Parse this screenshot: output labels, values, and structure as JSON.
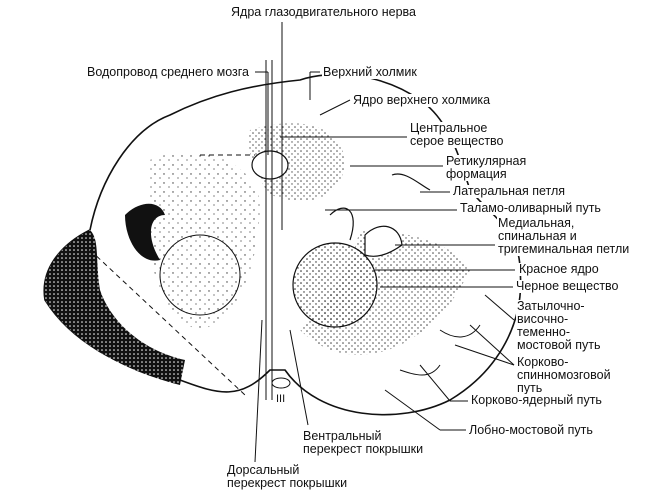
{
  "title": "Поперечный срез среднего мозга",
  "labels": {
    "oculomotor_nuclei": "Ядра глазодвигательного нерва",
    "aqueduct": "Водопровод среднего мозга",
    "superior_colliculus": "Верхний холмик",
    "superior_colliculus_nucleus": "Ядро верхнего холмика",
    "central_gray": [
      "Центральное",
      "серое вещество"
    ],
    "reticular_formation": [
      "Ретикулярная",
      "формация"
    ],
    "lateral_lemniscus": "Латеральная петля",
    "thalamo_olivary": "Таламо-оливарный путь",
    "lemnisci": [
      "Медиальная,",
      "спинальная и",
      "тригеминальная петли"
    ],
    "red_nucleus": "Красное ядро",
    "substantia_nigra": "Черное вещество",
    "occipito_temporo_parietal": [
      "Затылочно-",
      "височно-",
      "теменно-",
      "мостовой путь"
    ],
    "corticospinal": [
      "Корково-",
      "спинномозговой",
      "путь"
    ],
    "corticonuclear": "Корково-ядерный путь",
    "frontopontine": "Лобно-мостовой путь",
    "ventral_decussation": [
      "Вентральный",
      "перекрест покрышки"
    ],
    "dorsal_decussation": [
      "Дорсальный",
      "перекрест покрышки"
    ],
    "nerve_III": "III"
  }
}
